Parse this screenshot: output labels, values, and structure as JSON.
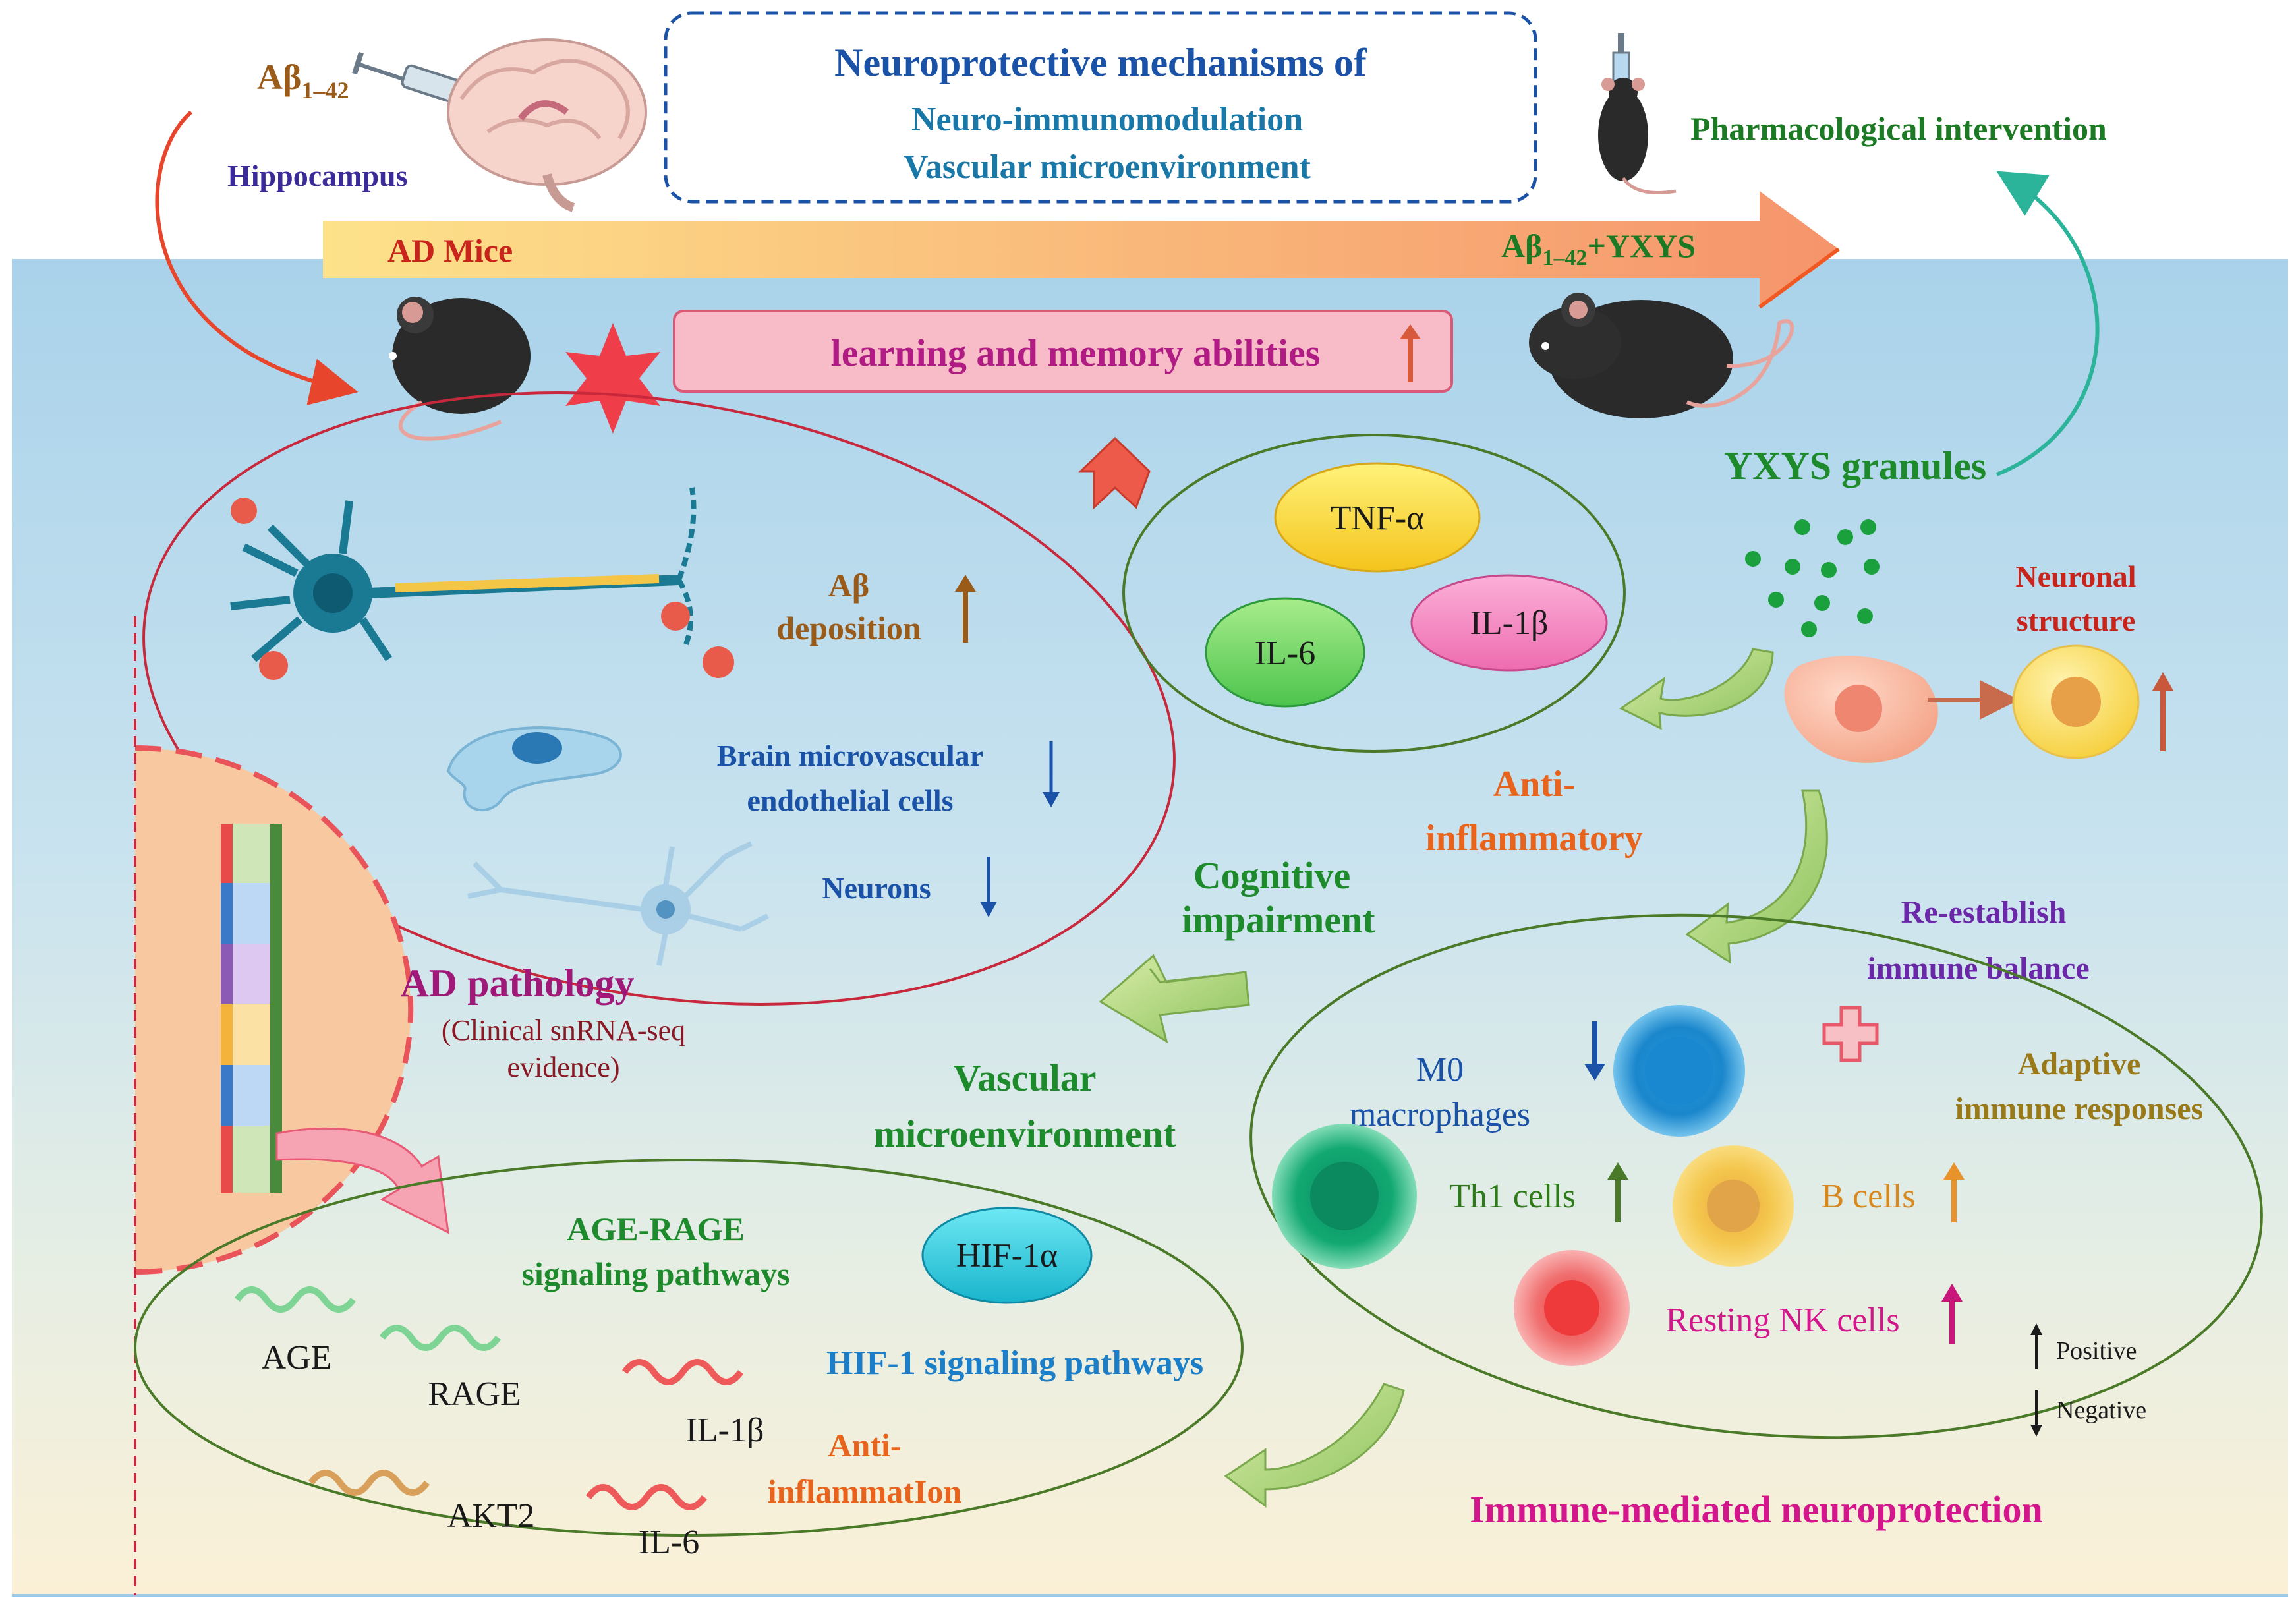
{
  "title_box": {
    "line1": "Neuroprotective mechanisms of",
    "line2": "Neuro-immunomodulation",
    "line3": "Vascular microenvironment"
  },
  "top": {
    "abeta": "Aβ",
    "abeta_sub": "1–42",
    "hippocampus": "Hippocampus",
    "pharm": "Pharmacological intervention",
    "ad_mice": "AD Mice",
    "treat_prefix": "Aβ",
    "treat_sub": "1–42",
    "treat_suffix": "+YXYS",
    "learning": "learning and memory abilities",
    "granules": "YXYS granules"
  },
  "ad_ellipse": {
    "abeta_line1": "Aβ",
    "abeta_line2": "deposition",
    "bmec_line1": "Brain microvascular",
    "bmec_line2": "endothelial cells",
    "neurons": "Neurons"
  },
  "pathology": {
    "title": "AD pathology",
    "line1": "(Clinical snRNA-seq",
    "line2": "evidence)"
  },
  "cytokines": {
    "tnf": "TNF-α",
    "il1b": "IL-1β",
    "il6": "IL-6"
  },
  "neuronal": {
    "line1": "Neuronal",
    "line2": "structure"
  },
  "anti_inflam": {
    "line1": "Anti-",
    "line2": "inflammatory"
  },
  "cognitive": {
    "line1": "Cognitive",
    "line2": "impairment"
  },
  "vascular": {
    "line1": "Vascular",
    "line2": "microenvironment"
  },
  "reestablish": {
    "line1": "Re-establish",
    "line2": "immune balance"
  },
  "immune": {
    "m0_line1": "M0",
    "m0_line2": "macrophages",
    "adaptive_line1": "Adaptive",
    "adaptive_line2": "immune responses",
    "th1": "Th1 cells",
    "bcells": "B cells",
    "nk": "Resting NK cells",
    "title": "Immune-mediated neuroprotection"
  },
  "legend": {
    "positive": "Positive",
    "negative": "Negative"
  },
  "vascular_ellipse": {
    "age_rage_line1": "AGE-RAGE",
    "age_rage_line2": "signaling pathways",
    "hif": "HIF-1α",
    "hif_path": "HIF-1 signaling pathways",
    "age": "AGE",
    "rage": "RAGE",
    "il1b": "IL-1β",
    "akt2": "AKT2",
    "il6": "IL-6",
    "anti_line1": "Anti-",
    "anti_line2": "inflammatIon"
  },
  "colors": {
    "panel_top": "#a8d1ea",
    "panel_bottom": "#fbf0d8",
    "title_blue": "#1a52a8",
    "title_teal": "#1a78a8",
    "green_label": "#1d8a2c",
    "orange_label": "#e8641c",
    "pink_label": "#d4168c",
    "purple_label": "#6a28a8",
    "brown_label": "#9a5a18",
    "red_ellipse": "#c8283c",
    "green_ellipse": "#4a7a28"
  }
}
